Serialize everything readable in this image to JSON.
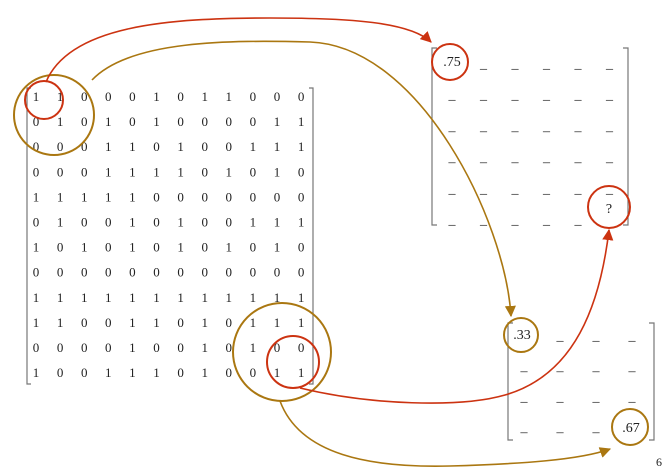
{
  "binary_matrix": {
    "rows": [
      [
        "1",
        "1",
        "0",
        "0",
        "0",
        "1",
        "0",
        "1",
        "1",
        "0",
        "0",
        "0"
      ],
      [
        "0",
        "1",
        "0",
        "1",
        "0",
        "1",
        "0",
        "0",
        "0",
        "0",
        "1",
        "1"
      ],
      [
        "0",
        "0",
        "0",
        "1",
        "1",
        "0",
        "1",
        "0",
        "0",
        "1",
        "1",
        "1"
      ],
      [
        "0",
        "0",
        "0",
        "1",
        "1",
        "1",
        "1",
        "0",
        "1",
        "0",
        "1",
        "0"
      ],
      [
        "1",
        "1",
        "1",
        "1",
        "1",
        "0",
        "0",
        "0",
        "0",
        "0",
        "0",
        "0"
      ],
      [
        "0",
        "1",
        "0",
        "0",
        "1",
        "0",
        "1",
        "0",
        "0",
        "1",
        "1",
        "1"
      ],
      [
        "1",
        "0",
        "1",
        "0",
        "1",
        "0",
        "1",
        "0",
        "1",
        "0",
        "1",
        "0"
      ],
      [
        "0",
        "0",
        "0",
        "0",
        "0",
        "0",
        "0",
        "0",
        "0",
        "0",
        "0",
        "0"
      ],
      [
        "1",
        "1",
        "1",
        "1",
        "1",
        "1",
        "1",
        "1",
        "1",
        "1",
        "1",
        "1"
      ],
      [
        "1",
        "1",
        "0",
        "0",
        "1",
        "1",
        "0",
        "1",
        "0",
        "1",
        "1",
        "1"
      ],
      [
        "0",
        "0",
        "0",
        "0",
        "1",
        "0",
        "0",
        "1",
        "0",
        "1",
        "0",
        "0"
      ],
      [
        "1",
        "0",
        "0",
        "1",
        "1",
        "1",
        "0",
        "1",
        "0",
        "0",
        "1",
        "1"
      ]
    ]
  },
  "top_matrix": {
    "first_value": ".75",
    "unknown_value": "?",
    "blank": "_"
  },
  "bottom_matrix": {
    "first_value": ".33",
    "last_value": ".67",
    "blank": "_"
  },
  "corner_fragment": "6",
  "colors": {
    "red": "#cc3311",
    "gold": "#aa7711",
    "bracket": "#777777",
    "text": "#222222"
  }
}
